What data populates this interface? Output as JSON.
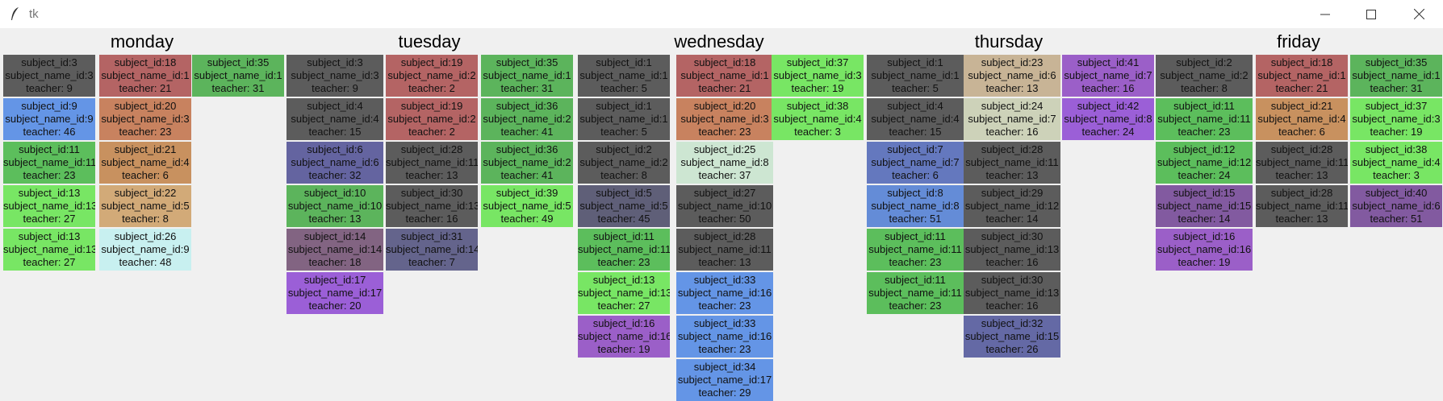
{
  "window": {
    "title": "tk"
  },
  "days": [
    "monday",
    "tuesday",
    "wednesday",
    "thursday",
    "friday"
  ],
  "columns": [
    {
      "day": "monday",
      "cells": [
        {
          "subject_id": "subject_id:3",
          "subject_name_id": "subject_name_id:3",
          "teacher": "teacher: 9",
          "color": "#5c5c5c"
        },
        {
          "subject_id": "subject_id:9",
          "subject_name_id": "subject_name_id:9",
          "teacher": "teacher: 46",
          "color": "#6495e6"
        },
        {
          "subject_id": "subject_id:11",
          "subject_name_id": "subject_name_id:11",
          "teacher": "teacher: 23",
          "color": "#5cbe5c"
        },
        {
          "subject_id": "subject_id:13",
          "subject_name_id": "subject_name_id:13",
          "teacher": "teacher: 27",
          "color": "#78e664"
        },
        {
          "subject_id": "subject_id:13",
          "subject_name_id": "subject_name_id:13",
          "teacher": "teacher: 27",
          "color": "#78e664"
        }
      ]
    },
    {
      "day": "monday",
      "cells": [
        {
          "subject_id": "subject_id:18",
          "subject_name_id": "subject_name_id:1",
          "teacher": "teacher: 21",
          "color": "#b46464"
        },
        {
          "subject_id": "subject_id:20",
          "subject_name_id": "subject_name_id:3",
          "teacher": "teacher: 23",
          "color": "#c8825f"
        },
        {
          "subject_id": "subject_id:21",
          "subject_name_id": "subject_name_id:4",
          "teacher": "teacher: 6",
          "color": "#c8915f"
        },
        {
          "subject_id": "subject_id:22",
          "subject_name_id": "subject_name_id:5",
          "teacher": "teacher: 8",
          "color": "#d2aa78"
        },
        {
          "subject_id": "subject_id:26",
          "subject_name_id": "subject_name_id:9",
          "teacher": "teacher: 48",
          "color": "#c8f0f0"
        }
      ]
    },
    {
      "day": "monday",
      "cells": [
        {
          "subject_id": "subject_id:35",
          "subject_name_id": "subject_name_id:1",
          "teacher": "teacher: 31",
          "color": "#5cb45c"
        }
      ]
    },
    {
      "day": "tuesday",
      "cells": [
        {
          "subject_id": "subject_id:3",
          "subject_name_id": "subject_name_id:3",
          "teacher": "teacher: 9",
          "color": "#5c5c5c"
        },
        {
          "subject_id": "subject_id:4",
          "subject_name_id": "subject_name_id:4",
          "teacher": "teacher: 15",
          "color": "#5c5c5c"
        },
        {
          "subject_id": "subject_id:6",
          "subject_name_id": "subject_name_id:6",
          "teacher": "teacher: 32",
          "color": "#6464a0"
        },
        {
          "subject_id": "subject_id:10",
          "subject_name_id": "subject_name_id:10",
          "teacher": "teacher: 13",
          "color": "#5cb45c"
        },
        {
          "subject_id": "subject_id:14",
          "subject_name_id": "subject_name_id:14",
          "teacher": "teacher: 18",
          "color": "#826482"
        },
        {
          "subject_id": "subject_id:17",
          "subject_name_id": "subject_name_id:17",
          "teacher": "teacher: 20",
          "color": "#9b5fd7"
        }
      ]
    },
    {
      "day": "tuesday",
      "cells": [
        {
          "subject_id": "subject_id:19",
          "subject_name_id": "subject_name_id:2",
          "teacher": "teacher: 2",
          "color": "#b46464"
        },
        {
          "subject_id": "subject_id:19",
          "subject_name_id": "subject_name_id:2",
          "teacher": "teacher: 2",
          "color": "#b46464"
        },
        {
          "subject_id": "subject_id:28",
          "subject_name_id": "subject_name_id:11",
          "teacher": "teacher: 13",
          "color": "#5c5c5c"
        },
        {
          "subject_id": "subject_id:30",
          "subject_name_id": "subject_name_id:13",
          "teacher": "teacher: 16",
          "color": "#5c5c5c"
        },
        {
          "subject_id": "subject_id:31",
          "subject_name_id": "subject_name_id:14",
          "teacher": "teacher: 7",
          "color": "#64648c"
        }
      ]
    },
    {
      "day": "tuesday",
      "cells": [
        {
          "subject_id": "subject_id:35",
          "subject_name_id": "subject_name_id:1",
          "teacher": "teacher: 31",
          "color": "#5cb45c"
        },
        {
          "subject_id": "subject_id:36",
          "subject_name_id": "subject_name_id:2",
          "teacher": "teacher: 41",
          "color": "#5cb45c"
        },
        {
          "subject_id": "subject_id:36",
          "subject_name_id": "subject_name_id:2",
          "teacher": "teacher: 41",
          "color": "#5cb45c"
        },
        {
          "subject_id": "subject_id:39",
          "subject_name_id": "subject_name_id:5",
          "teacher": "teacher: 49",
          "color": "#78e664"
        }
      ]
    },
    {
      "day": "wednesday",
      "cells": [
        {
          "subject_id": "subject_id:1",
          "subject_name_id": "subject_name_id:1",
          "teacher": "teacher: 5",
          "color": "#5c5c5c"
        },
        {
          "subject_id": "subject_id:1",
          "subject_name_id": "subject_name_id:1",
          "teacher": "teacher: 5",
          "color": "#5c5c5c"
        },
        {
          "subject_id": "subject_id:2",
          "subject_name_id": "subject_name_id:2",
          "teacher": "teacher: 8",
          "color": "#5c5c5c"
        },
        {
          "subject_id": "subject_id:5",
          "subject_name_id": "subject_name_id:5",
          "teacher": "teacher: 45",
          "color": "#5f5f78"
        },
        {
          "subject_id": "subject_id:11",
          "subject_name_id": "subject_name_id:11",
          "teacher": "teacher: 23",
          "color": "#5cbe5c"
        },
        {
          "subject_id": "subject_id:13",
          "subject_name_id": "subject_name_id:13",
          "teacher": "teacher: 27",
          "color": "#78e664"
        },
        {
          "subject_id": "subject_id:16",
          "subject_name_id": "subject_name_id:16",
          "teacher": "teacher: 19",
          "color": "#9b5fc8"
        }
      ]
    },
    {
      "day": "wednesday",
      "cells": [
        {
          "subject_id": "subject_id:18",
          "subject_name_id": "subject_name_id:1",
          "teacher": "teacher: 21",
          "color": "#b46464"
        },
        {
          "subject_id": "subject_id:20",
          "subject_name_id": "subject_name_id:3",
          "teacher": "teacher: 23",
          "color": "#c8825f"
        },
        {
          "subject_id": "subject_id:25",
          "subject_name_id": "subject_name_id:8",
          "teacher": "teacher: 37",
          "color": "#cde6d2"
        },
        {
          "subject_id": "subject_id:27",
          "subject_name_id": "subject_name_id:10",
          "teacher": "teacher: 50",
          "color": "#5c5c5c"
        },
        {
          "subject_id": "subject_id:28",
          "subject_name_id": "subject_name_id:11",
          "teacher": "teacher: 13",
          "color": "#5c5c5c"
        },
        {
          "subject_id": "subject_id:33",
          "subject_name_id": "subject_name_id:16",
          "teacher": "teacher: 23",
          "color": "#6495e6"
        },
        {
          "subject_id": "subject_id:33",
          "subject_name_id": "subject_name_id:16",
          "teacher": "teacher: 23",
          "color": "#6495e6"
        },
        {
          "subject_id": "subject_id:34",
          "subject_name_id": "subject_name_id:17",
          "teacher": "teacher: 29",
          "color": "#6495e6"
        }
      ]
    },
    {
      "day": "wednesday",
      "cells": [
        {
          "subject_id": "subject_id:37",
          "subject_name_id": "subject_name_id:3",
          "teacher": "teacher: 19",
          "color": "#78e664"
        },
        {
          "subject_id": "subject_id:38",
          "subject_name_id": "subject_name_id:4",
          "teacher": "teacher: 3",
          "color": "#78e664"
        }
      ]
    },
    {
      "day": "thursday",
      "cells": [
        {
          "subject_id": "subject_id:1",
          "subject_name_id": "subject_name_id:1",
          "teacher": "teacher: 5",
          "color": "#5c5c5c"
        },
        {
          "subject_id": "subject_id:4",
          "subject_name_id": "subject_name_id:4",
          "teacher": "teacher: 15",
          "color": "#5c5c5c"
        },
        {
          "subject_id": "subject_id:7",
          "subject_name_id": "subject_name_id:7",
          "teacher": "teacher: 6",
          "color": "#6478be"
        },
        {
          "subject_id": "subject_id:8",
          "subject_name_id": "subject_name_id:8",
          "teacher": "teacher: 51",
          "color": "#648cd7"
        },
        {
          "subject_id": "subject_id:11",
          "subject_name_id": "subject_name_id:11",
          "teacher": "teacher: 23",
          "color": "#5cbe5c"
        },
        {
          "subject_id": "subject_id:11",
          "subject_name_id": "subject_name_id:11",
          "teacher": "teacher: 23",
          "color": "#5cbe5c"
        }
      ]
    },
    {
      "day": "thursday",
      "cells": [
        {
          "subject_id": "subject_id:23",
          "subject_name_id": "subject_name_id:6",
          "teacher": "teacher: 13",
          "color": "#c8b496"
        },
        {
          "subject_id": "subject_id:24",
          "subject_name_id": "subject_name_id:7",
          "teacher": "teacher: 16",
          "color": "#cdd2b9"
        },
        {
          "subject_id": "subject_id:28",
          "subject_name_id": "subject_name_id:11",
          "teacher": "teacher: 13",
          "color": "#5c5c5c"
        },
        {
          "subject_id": "subject_id:29",
          "subject_name_id": "subject_name_id:12",
          "teacher": "teacher: 14",
          "color": "#5c5c5c"
        },
        {
          "subject_id": "subject_id:30",
          "subject_name_id": "subject_name_id:13",
          "teacher": "teacher: 16",
          "color": "#5c5c5c"
        },
        {
          "subject_id": "subject_id:30",
          "subject_name_id": "subject_name_id:13",
          "teacher": "teacher: 16",
          "color": "#5c5c5c"
        },
        {
          "subject_id": "subject_id:32",
          "subject_name_id": "subject_name_id:15",
          "teacher": "teacher: 26",
          "color": "#6469a5"
        }
      ]
    },
    {
      "day": "thursday",
      "cells": [
        {
          "subject_id": "subject_id:41",
          "subject_name_id": "subject_name_id:7",
          "teacher": "teacher: 16",
          "color": "#9b5fc8"
        },
        {
          "subject_id": "subject_id:42",
          "subject_name_id": "subject_name_id:8",
          "teacher": "teacher: 24",
          "color": "#9b5fd7"
        }
      ]
    },
    {
      "day": "friday",
      "cells": [
        {
          "subject_id": "subject_id:2",
          "subject_name_id": "subject_name_id:2",
          "teacher": "teacher: 8",
          "color": "#5c5c5c"
        },
        {
          "subject_id": "subject_id:11",
          "subject_name_id": "subject_name_id:11",
          "teacher": "teacher: 23",
          "color": "#5cbe5c"
        },
        {
          "subject_id": "subject_id:12",
          "subject_name_id": "subject_name_id:12",
          "teacher": "teacher: 24",
          "color": "#5cbe5c"
        },
        {
          "subject_id": "subject_id:15",
          "subject_name_id": "subject_name_id:15",
          "teacher": "teacher: 14",
          "color": "#825aa0"
        },
        {
          "subject_id": "subject_id:16",
          "subject_name_id": "subject_name_id:16",
          "teacher": "teacher: 19",
          "color": "#9b5fc8"
        }
      ]
    },
    {
      "day": "friday",
      "cells": [
        {
          "subject_id": "subject_id:18",
          "subject_name_id": "subject_name_id:1",
          "teacher": "teacher: 21",
          "color": "#b46464"
        },
        {
          "subject_id": "subject_id:21",
          "subject_name_id": "subject_name_id:4",
          "teacher": "teacher: 6",
          "color": "#c8915f"
        },
        {
          "subject_id": "subject_id:28",
          "subject_name_id": "subject_name_id:11",
          "teacher": "teacher: 13",
          "color": "#5c5c5c"
        },
        {
          "subject_id": "subject_id:28",
          "subject_name_id": "subject_name_id:11",
          "teacher": "teacher: 13",
          "color": "#5c5c5c"
        }
      ]
    },
    {
      "day": "friday",
      "cells": [
        {
          "subject_id": "subject_id:35",
          "subject_name_id": "subject_name_id:1",
          "teacher": "teacher: 31",
          "color": "#5cb45c"
        },
        {
          "subject_id": "subject_id:37",
          "subject_name_id": "subject_name_id:3",
          "teacher": "teacher: 19",
          "color": "#78e664"
        },
        {
          "subject_id": "subject_id:38",
          "subject_name_id": "subject_name_id:4",
          "teacher": "teacher: 3",
          "color": "#78e664"
        },
        {
          "subject_id": "subject_id:40",
          "subject_name_id": "subject_name_id:6",
          "teacher": "teacher: 51",
          "color": "#825aa0"
        }
      ]
    }
  ]
}
